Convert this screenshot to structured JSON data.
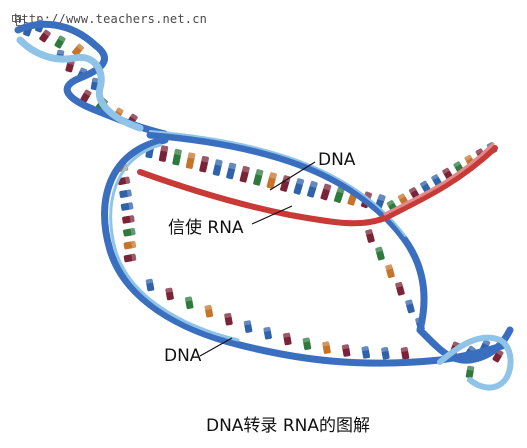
{
  "watermark": {
    "text": "http://www.teachers.net.cn"
  },
  "labels": {
    "dna_top": "DNA",
    "mrna": "信使 RNA",
    "dna_bottom": "DNA"
  },
  "caption": "DNA转录 RNA的图解",
  "colors": {
    "backbone_blue": "#3a6fbf",
    "backbone_light": "#8fc3e8",
    "mrna_red": "#c83a36",
    "mrna_pink": "#e28a8a",
    "base_blue": "#2f62a8",
    "base_maroon": "#7a2337",
    "base_green": "#2e7a3c",
    "base_orange": "#c5742a",
    "leader": "#111111"
  }
}
